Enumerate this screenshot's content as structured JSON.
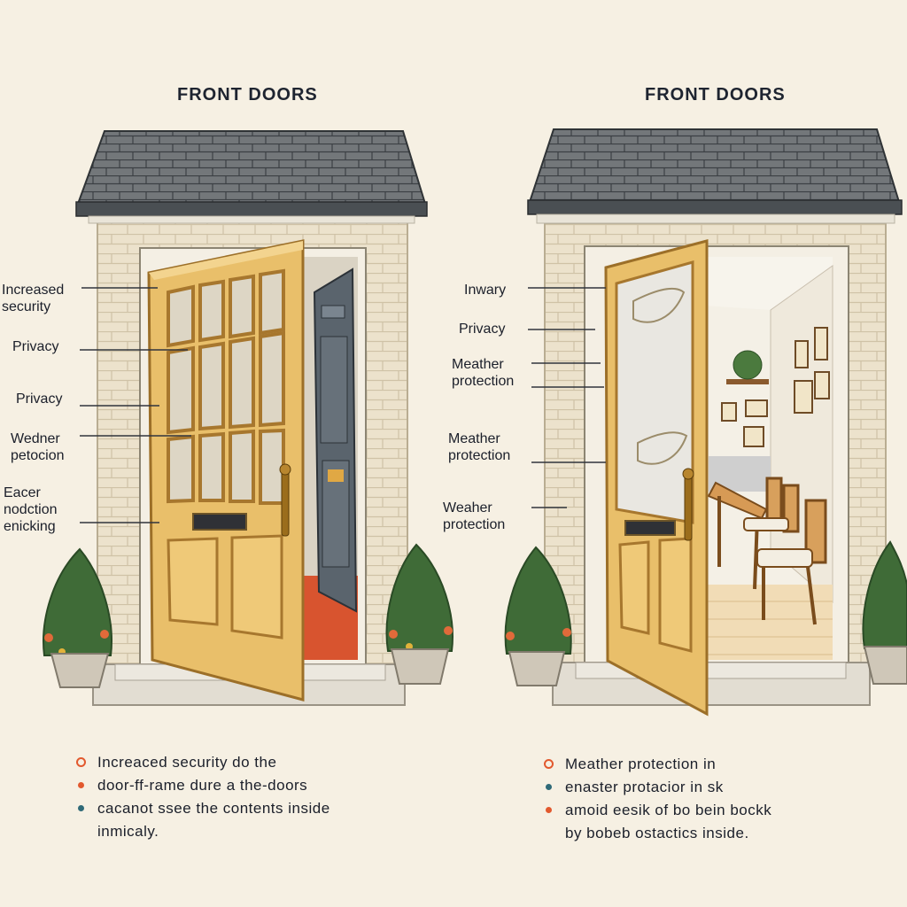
{
  "colors": {
    "background": "#f6f0e3",
    "roof": "#6b6e70",
    "brick": "#e6dcc5",
    "door_wood": "#e9bf6a",
    "bullet_orange": "#e2592e",
    "bullet_teal": "#2f6a78"
  },
  "left_panel": {
    "title": "FRONT DOORS",
    "callouts": [
      {
        "lines": [
          "Increased",
          "security"
        ]
      },
      {
        "lines": [
          "Privacy"
        ]
      },
      {
        "lines": [
          "Privacy"
        ]
      },
      {
        "lines": [
          "Wedner",
          "petocion"
        ]
      },
      {
        "lines": [
          "Eacer",
          "nodction",
          "enicking"
        ]
      }
    ],
    "bullets": [
      {
        "text": "Increaced security do the"
      },
      {
        "text": "door-ff-rame  dure a the-doors"
      },
      {
        "text": "cacanot ssee the contents inside"
      },
      {
        "text": "inmicaly."
      }
    ]
  },
  "right_panel": {
    "title": "FRONT DOORS",
    "callouts": [
      {
        "lines": [
          "Inwary"
        ]
      },
      {
        "lines": [
          "Privacy"
        ]
      },
      {
        "lines": [
          "Meather",
          "protection"
        ]
      },
      {
        "lines": [
          "Meather",
          "protection"
        ]
      },
      {
        "lines": [
          "Weaher",
          "protection"
        ]
      }
    ],
    "bullets": [
      {
        "text": "Meather protection in"
      },
      {
        "text": "enaster protacior in sk"
      },
      {
        "text": "amoid eesik of bo bein bockk"
      },
      {
        "text": "by bobeb ostactics inside."
      }
    ]
  }
}
